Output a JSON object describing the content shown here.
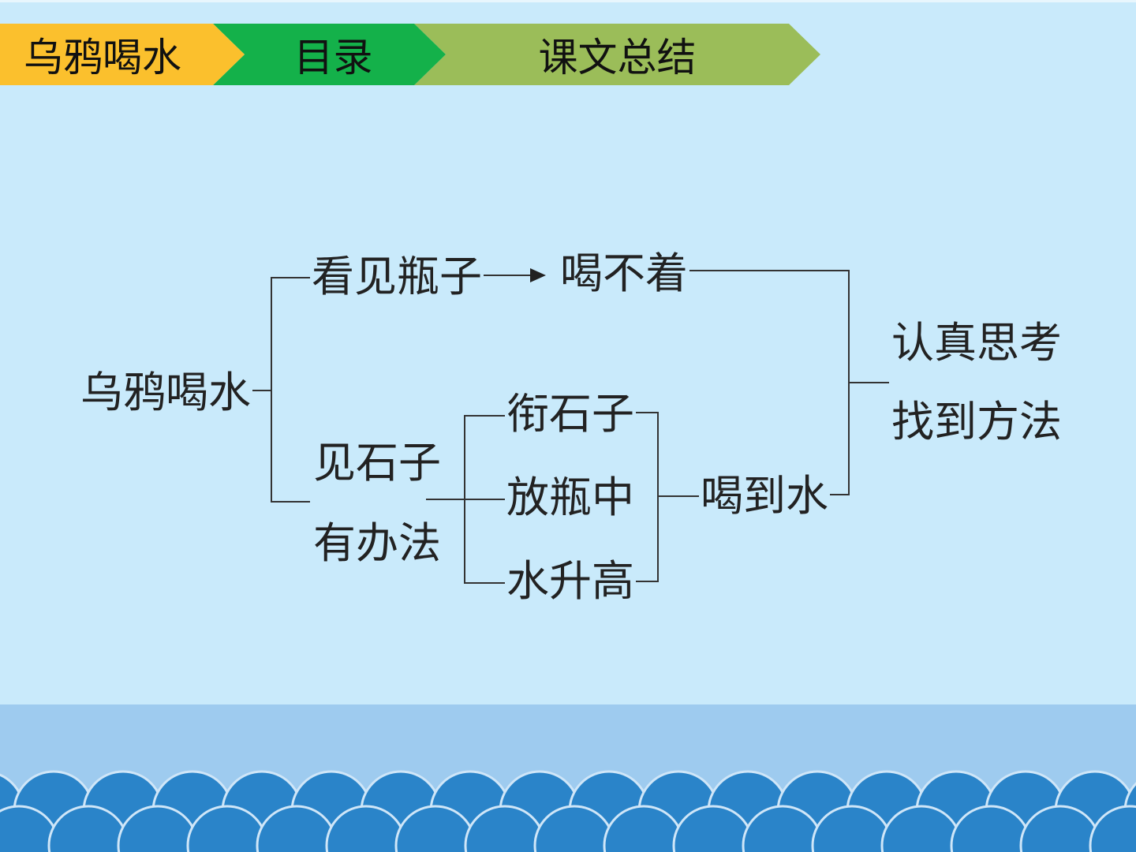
{
  "breadcrumb": [
    {
      "label": "乌鸦喝水",
      "color": "#fbc02d"
    },
    {
      "label": "目录",
      "color": "#14b14a"
    },
    {
      "label": "课文总结",
      "color": "#9bbd59"
    }
  ],
  "diagram": {
    "root": "乌鸦喝水",
    "branch_top": "看见瓶子",
    "top_result": "喝不着",
    "branch_bottom_line1": "见石子",
    "branch_bottom_line2": "有办法",
    "steps": [
      "衔石子",
      "放瓶中",
      "水升高"
    ],
    "bottom_result": "喝到水",
    "conclusion_line1": "认真思考",
    "conclusion_line2": "找到方法"
  },
  "colors": {
    "background": "#c9eafb",
    "band": "#9ecbef",
    "wave": "#2a84c9"
  }
}
